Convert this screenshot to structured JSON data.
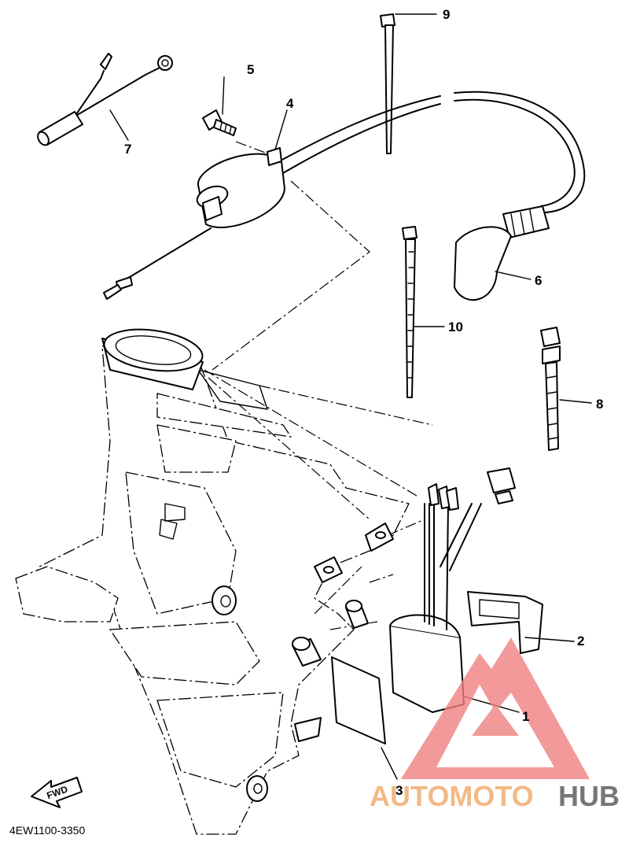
{
  "diagram": {
    "part_code": "4EW1100-3350",
    "fwd_label": "FWD",
    "callouts": [
      "1",
      "2",
      "3",
      "4",
      "5",
      "6",
      "7",
      "8",
      "9",
      "10"
    ],
    "watermark": {
      "brand_part1": "AUTOMOTO",
      "brand_part2": "HUB",
      "color_primary": "#f0a868",
      "color_secondary": "#555555",
      "color_logo": "#f08080"
    }
  }
}
